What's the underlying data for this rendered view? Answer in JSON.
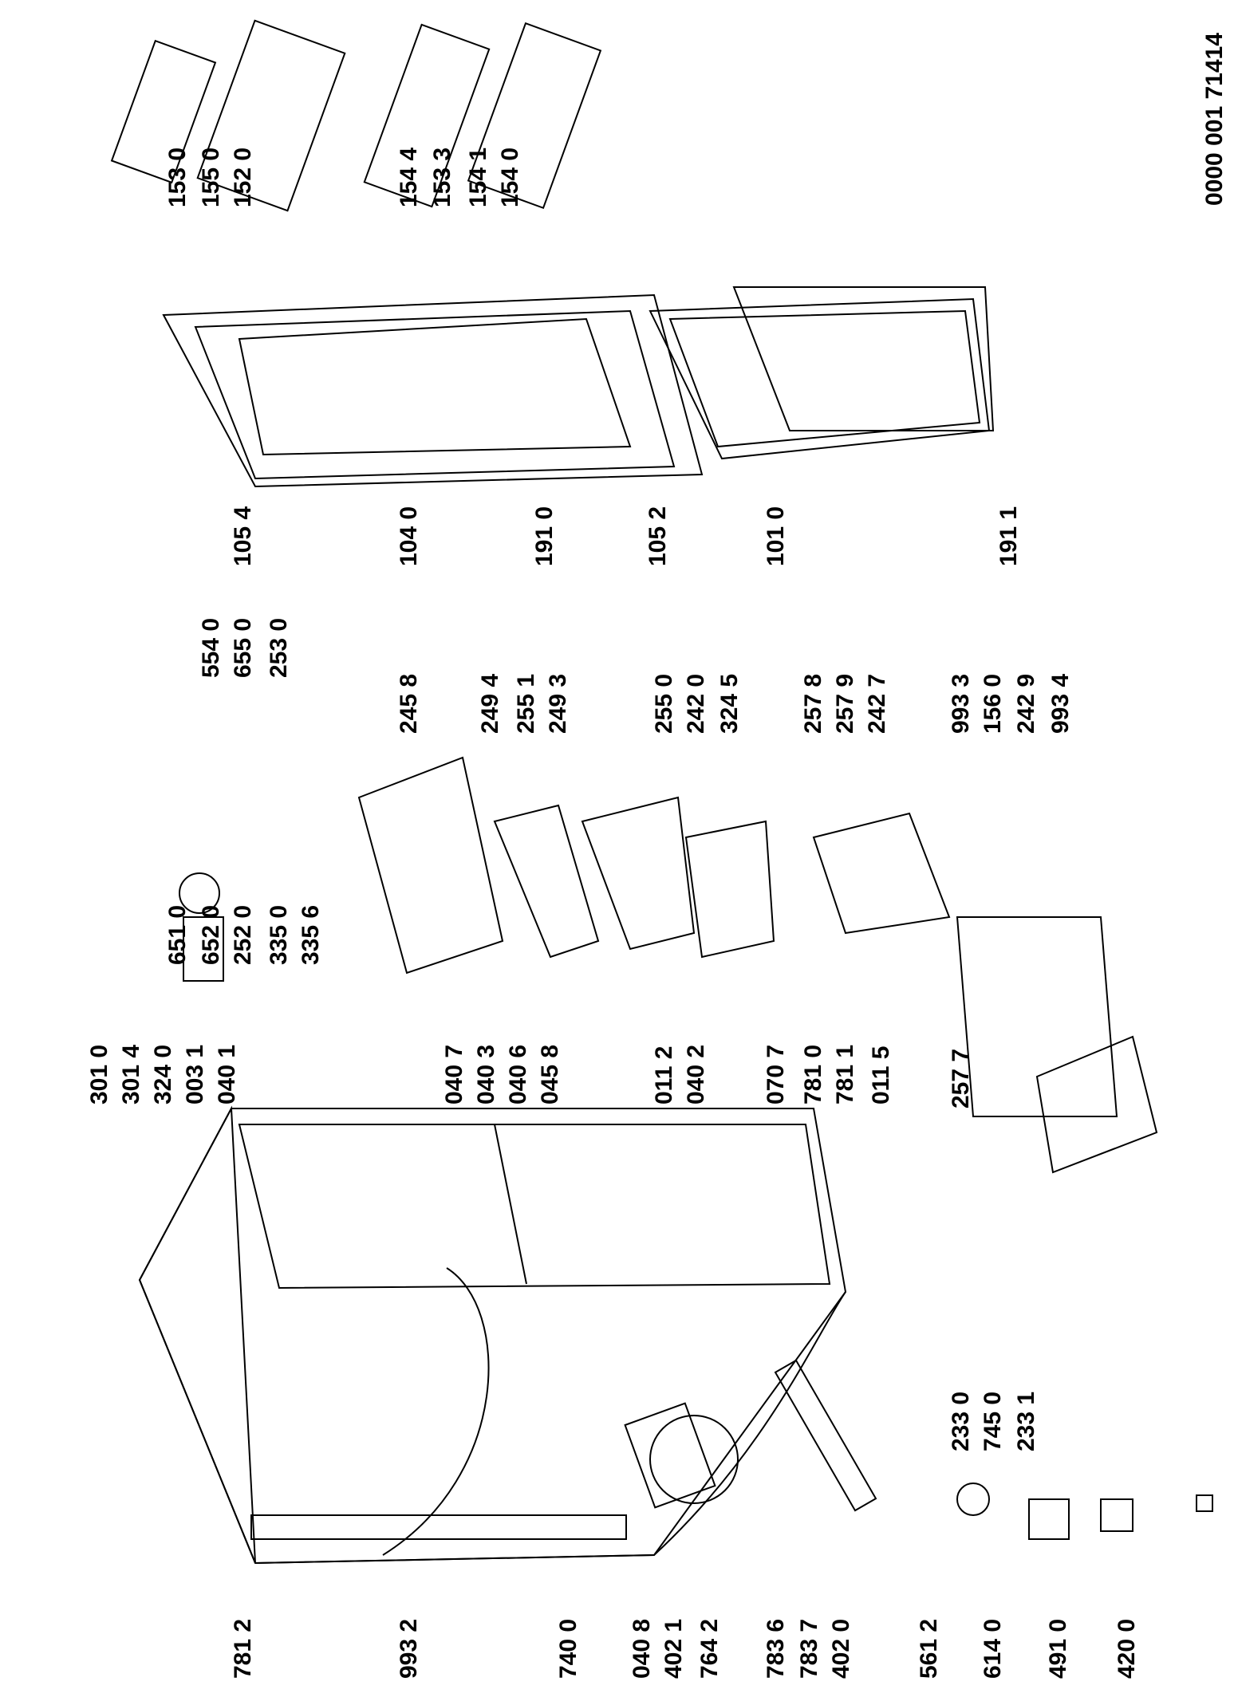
{
  "document": {
    "number": "0000 001 71414"
  },
  "parts": [
    "153 0",
    "155 0",
    "152 0",
    "154 4",
    "153 3",
    "154 1",
    "154 0",
    "105 4",
    "104 0",
    "191 0",
    "105 2",
    "101 0",
    "191 1",
    "651 0",
    "652 0",
    "252 0",
    "335 0",
    "335 6",
    "554 0",
    "655 0",
    "253 0",
    "245 8",
    "249 4",
    "255 1",
    "249 3",
    "255 0",
    "242 0",
    "324 5",
    "257 8",
    "257 9",
    "242 7",
    "993 3",
    "156 0",
    "242 9",
    "993 4",
    "257 7",
    "301 0",
    "301 4",
    "324 0",
    "003 1",
    "040 1",
    "040 7",
    "040 3",
    "040 6",
    "045 8",
    "011 2",
    "040 2",
    "070 7",
    "781 0",
    "781 1",
    "011 5",
    "233 0",
    "745 0",
    "233 1",
    "781 2",
    "993 2",
    "740 0",
    "040 8",
    "402 1",
    "764 2",
    "783 6",
    "783 7",
    "402 0",
    "561 2",
    "614 0",
    "491 0",
    "420 0"
  ]
}
